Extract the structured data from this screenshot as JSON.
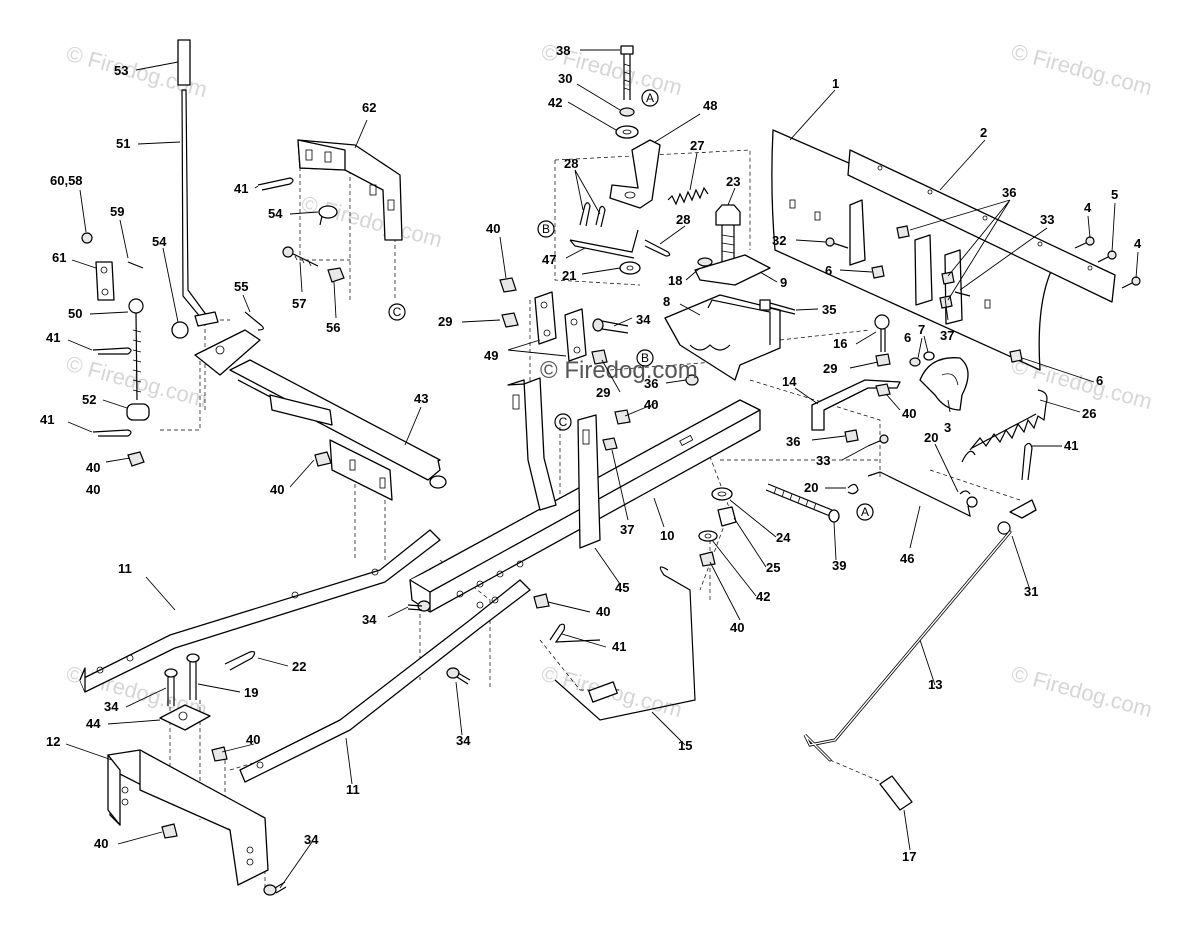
{
  "watermarks": [
    "© Firedog.com",
    "© Firedog.com",
    "© Firedog.com",
    "© Firedog.com",
    "© Firedog.com",
    "© Firedog.com",
    "© Firedog.com",
    "© Firedog.com",
    "© Firedog.com"
  ],
  "center_watermark": "© Firedog.com",
  "reference_circles": [
    "A",
    "B",
    "B",
    "C",
    "C",
    "A"
  ],
  "callouts": [
    "53",
    "51",
    "60,58",
    "59",
    "61",
    "54",
    "50",
    "41",
    "41",
    "52",
    "40",
    "40",
    "62",
    "41",
    "54",
    "55",
    "57",
    "56",
    "43",
    "40",
    "38",
    "30",
    "42",
    "48",
    "27",
    "28",
    "28",
    "47",
    "21",
    "23",
    "18",
    "9",
    "40",
    "29",
    "49",
    "34",
    "8",
    "35",
    "36",
    "29",
    "40",
    "37",
    "1",
    "2",
    "36",
    "33",
    "5",
    "4",
    "4",
    "32",
    "6",
    "6",
    "7",
    "37",
    "16",
    "29",
    "14",
    "40",
    "36",
    "33",
    "3",
    "26",
    "6",
    "41",
    "20",
    "20",
    "46",
    "24",
    "39",
    "25",
    "42",
    "40",
    "10",
    "45",
    "11",
    "34",
    "40",
    "41",
    "31",
    "13",
    "22",
    "19",
    "34",
    "44",
    "40",
    "12",
    "34",
    "11",
    "15",
    "40",
    "34",
    "17"
  ]
}
